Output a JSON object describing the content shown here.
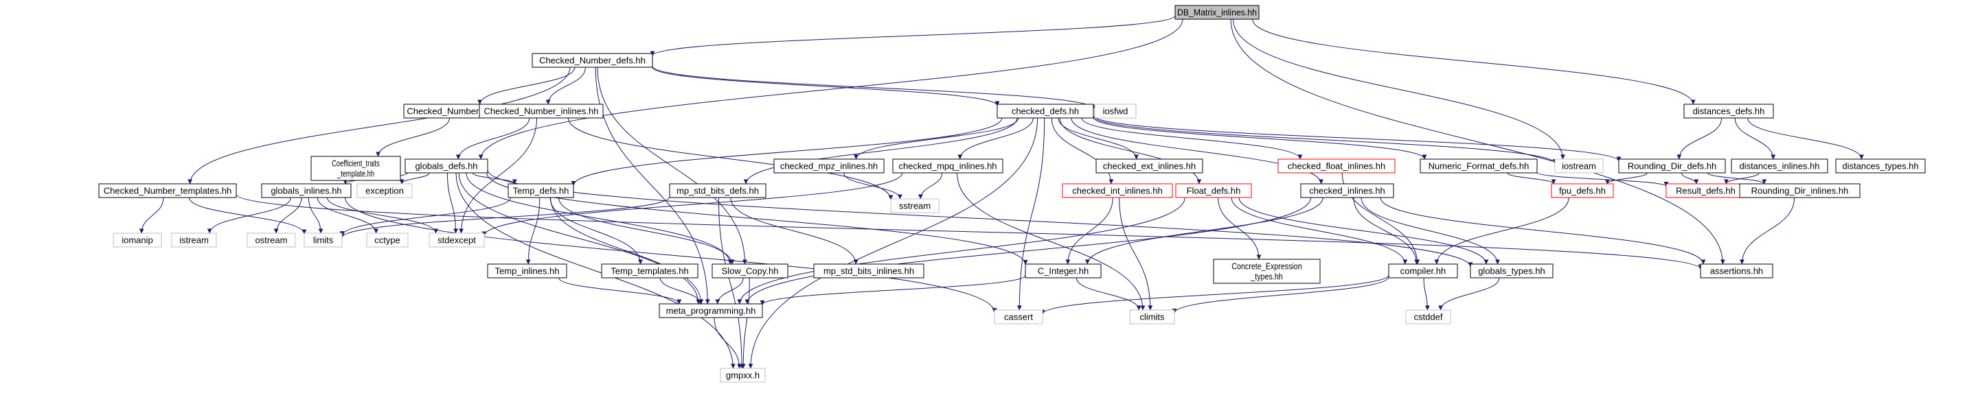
{
  "graph": {
    "nodes": [
      {
        "id": "db_matrix_inlines",
        "label": "DB_Matrix_inlines.hh",
        "style": "root"
      },
      {
        "id": "checked_number_defs",
        "label": "Checked_Number_defs.hh",
        "style": "normal"
      },
      {
        "id": "checked_number_types",
        "label": "Checked_Number_types.hh",
        "style": "normal"
      },
      {
        "id": "checked_number_inlines",
        "label": "Checked_Number_inlines.hh",
        "style": "normal"
      },
      {
        "id": "iosfwd",
        "label": "iosfwd",
        "style": "system"
      },
      {
        "id": "checked_defs",
        "label": "checked_defs.hh",
        "style": "normal"
      },
      {
        "id": "distances_defs",
        "label": "distances_defs.hh",
        "style": "normal"
      },
      {
        "id": "coefficient_traits",
        "label": "Coefficient_traits\n_template.hh",
        "style": "normal"
      },
      {
        "id": "globals_defs",
        "label": "globals_defs.hh",
        "style": "normal"
      },
      {
        "id": "checked_mpz_inlines",
        "label": "checked_mpz_inlines.hh",
        "style": "normal"
      },
      {
        "id": "checked_mpq_inlines",
        "label": "checked_mpq_inlines.hh",
        "style": "normal"
      },
      {
        "id": "checked_ext_inlines",
        "label": "checked_ext_inlines.hh",
        "style": "normal"
      },
      {
        "id": "checked_float_inlines",
        "label": "checked_float_inlines.hh",
        "style": "red"
      },
      {
        "id": "numeric_format_defs",
        "label": "Numeric_Format_defs.hh",
        "style": "normal"
      },
      {
        "id": "iostream",
        "label": "iostream",
        "style": "system"
      },
      {
        "id": "rounding_dir_defs",
        "label": "Rounding_Dir_defs.hh",
        "style": "normal"
      },
      {
        "id": "distances_inlines",
        "label": "distances_inlines.hh",
        "style": "normal"
      },
      {
        "id": "distances_types",
        "label": "distances_types.hh",
        "style": "normal"
      },
      {
        "id": "checked_number_templates",
        "label": "Checked_Number_templates.hh",
        "style": "normal"
      },
      {
        "id": "globals_inlines",
        "label": "globals_inlines.hh",
        "style": "normal"
      },
      {
        "id": "exception",
        "label": "exception",
        "style": "system"
      },
      {
        "id": "temp_defs",
        "label": "Temp_defs.hh",
        "style": "normal"
      },
      {
        "id": "mp_std_bits_defs",
        "label": "mp_std_bits_defs.hh",
        "style": "normal"
      },
      {
        "id": "sstream",
        "label": "sstream",
        "style": "system"
      },
      {
        "id": "checked_int_inlines",
        "label": "checked_int_inlines.hh",
        "style": "red"
      },
      {
        "id": "float_defs",
        "label": "Float_defs.hh",
        "style": "red"
      },
      {
        "id": "checked_inlines",
        "label": "checked_inlines.hh",
        "style": "normal"
      },
      {
        "id": "fpu_defs",
        "label": "fpu_defs.hh",
        "style": "red"
      },
      {
        "id": "result_defs",
        "label": "Result_defs.hh",
        "style": "red"
      },
      {
        "id": "rounding_dir_inlines",
        "label": "Rounding_Dir_inlines.hh",
        "style": "normal"
      },
      {
        "id": "iomanip",
        "label": "iomanip",
        "style": "system"
      },
      {
        "id": "istream",
        "label": "istream",
        "style": "system"
      },
      {
        "id": "ostream",
        "label": "ostream",
        "style": "system"
      },
      {
        "id": "limits",
        "label": "limits",
        "style": "system"
      },
      {
        "id": "cctype",
        "label": "cctype",
        "style": "system"
      },
      {
        "id": "stdexcept",
        "label": "stdexcept",
        "style": "system"
      },
      {
        "id": "temp_inlines",
        "label": "Temp_inlines.hh",
        "style": "normal"
      },
      {
        "id": "temp_templates",
        "label": "Temp_templates.hh",
        "style": "normal"
      },
      {
        "id": "slow_copy",
        "label": "Slow_Copy.hh",
        "style": "normal"
      },
      {
        "id": "mp_std_bits_inlines",
        "label": "mp_std_bits_inlines.hh",
        "style": "normal"
      },
      {
        "id": "c_integer",
        "label": "C_Integer.hh",
        "style": "normal"
      },
      {
        "id": "concrete_expression_types",
        "label": "Concrete_Expression\n_types.hh",
        "style": "normal"
      },
      {
        "id": "compiler",
        "label": "compiler.hh",
        "style": "normal"
      },
      {
        "id": "globals_types",
        "label": "globals_types.hh",
        "style": "normal"
      },
      {
        "id": "assertions",
        "label": "assertions.hh",
        "style": "normal"
      },
      {
        "id": "meta_programming",
        "label": "meta_programming.hh",
        "style": "normal"
      },
      {
        "id": "cassert",
        "label": "cassert",
        "style": "system"
      },
      {
        "id": "climits",
        "label": "climits",
        "style": "system"
      },
      {
        "id": "cstddef",
        "label": "cstddef",
        "style": "system"
      },
      {
        "id": "gmpxx",
        "label": "gmpxx.h",
        "style": "system"
      }
    ],
    "edges": [
      [
        "db_matrix_inlines",
        "checked_number_defs"
      ],
      [
        "db_matrix_inlines",
        "globals_defs"
      ],
      [
        "db_matrix_inlines",
        "iostream"
      ],
      [
        "db_matrix_inlines",
        "distances_defs"
      ],
      [
        "db_matrix_inlines",
        "assertions"
      ],
      [
        "checked_number_defs",
        "checked_number_types"
      ],
      [
        "checked_number_defs",
        "checked_number_inlines"
      ],
      [
        "checked_number_defs",
        "iosfwd"
      ],
      [
        "checked_number_defs",
        "checked_defs"
      ],
      [
        "checked_number_defs",
        "checked_number_templates"
      ],
      [
        "checked_number_defs",
        "meta_programming"
      ],
      [
        "checked_number_defs",
        "slow_copy"
      ],
      [
        "checked_number_types",
        "coefficient_traits"
      ],
      [
        "checked_number_inlines",
        "globals_defs"
      ],
      [
        "checked_number_inlines",
        "sstream"
      ],
      [
        "checked_number_inlines",
        "stdexcept"
      ],
      [
        "checked_defs",
        "checked_mpz_inlines"
      ],
      [
        "checked_defs",
        "checked_mpq_inlines"
      ],
      [
        "checked_defs",
        "checked_ext_inlines"
      ],
      [
        "checked_defs",
        "checked_float_inlines"
      ],
      [
        "checked_defs",
        "numeric_format_defs"
      ],
      [
        "checked_defs",
        "iostream"
      ],
      [
        "checked_defs",
        "rounding_dir_defs"
      ],
      [
        "checked_defs",
        "checked_inlines"
      ],
      [
        "checked_defs",
        "float_defs"
      ],
      [
        "checked_defs",
        "checked_int_inlines"
      ],
      [
        "checked_defs",
        "mp_std_bits_defs"
      ],
      [
        "checked_defs",
        "temp_defs"
      ],
      [
        "checked_defs",
        "cassert"
      ],
      [
        "checked_defs",
        "gmpxx"
      ],
      [
        "distances_defs",
        "rounding_dir_defs"
      ],
      [
        "distances_defs",
        "distances_inlines"
      ],
      [
        "distances_defs",
        "distances_types"
      ],
      [
        "globals_defs",
        "globals_inlines"
      ],
      [
        "globals_defs",
        "exception"
      ],
      [
        "globals_defs",
        "temp_defs"
      ],
      [
        "globals_defs",
        "slow_copy"
      ],
      [
        "globals_defs",
        "c_integer"
      ],
      [
        "globals_defs",
        "globals_types"
      ],
      [
        "globals_defs",
        "meta_programming"
      ],
      [
        "globals_defs",
        "gmpxx"
      ],
      [
        "globals_defs",
        "stdexcept"
      ],
      [
        "checked_mpz_inlines",
        "sstream"
      ],
      [
        "checked_mpq_inlines",
        "sstream"
      ],
      [
        "checked_mpq_inlines",
        "climits"
      ],
      [
        "checked_mpq_inlines",
        "stdexcept"
      ],
      [
        "checked_float_inlines",
        "compiler"
      ],
      [
        "numeric_format_defs",
        "fpu_defs"
      ],
      [
        "numeric_format_defs",
        "result_defs"
      ],
      [
        "rounding_dir_defs",
        "result_defs"
      ],
      [
        "rounding_dir_defs",
        "fpu_defs"
      ],
      [
        "rounding_dir_defs",
        "rounding_dir_inlines"
      ],
      [
        "distances_inlines",
        "result_defs"
      ],
      [
        "checked_number_templates",
        "iomanip"
      ],
      [
        "checked_number_templates",
        "limits"
      ],
      [
        "checked_number_templates",
        "assertions"
      ],
      [
        "globals_inlines",
        "istream"
      ],
      [
        "globals_inlines",
        "ostream"
      ],
      [
        "globals_inlines",
        "limits"
      ],
      [
        "globals_inlines",
        "cctype"
      ],
      [
        "globals_inlines",
        "stdexcept"
      ],
      [
        "globals_inlines",
        "cassert"
      ],
      [
        "temp_defs",
        "temp_inlines"
      ],
      [
        "temp_defs",
        "temp_templates"
      ],
      [
        "temp_defs",
        "slow_copy"
      ],
      [
        "temp_defs",
        "meta_programming"
      ],
      [
        "temp_defs",
        "limits"
      ],
      [
        "mp_std_bits_defs",
        "mp_std_bits_inlines"
      ],
      [
        "mp_std_bits_defs",
        "limits"
      ],
      [
        "mp_std_bits_defs",
        "gmpxx"
      ],
      [
        "checked_int_inlines",
        "c_integer"
      ],
      [
        "checked_int_inlines",
        "climits"
      ],
      [
        "float_defs",
        "concrete_expression_types"
      ],
      [
        "float_defs",
        "compiler"
      ],
      [
        "float_defs",
        "globals_types"
      ],
      [
        "float_defs",
        "meta_programming"
      ],
      [
        "checked_inlines",
        "globals_types"
      ],
      [
        "checked_inlines",
        "compiler"
      ],
      [
        "checked_inlines",
        "c_integer"
      ],
      [
        "checked_inlines",
        "meta_programming"
      ],
      [
        "checked_inlines",
        "assertions"
      ],
      [
        "fpu_defs",
        "compiler"
      ],
      [
        "rounding_dir_inlines",
        "assertions"
      ],
      [
        "temp_inlines",
        "meta_programming"
      ],
      [
        "temp_templates",
        "meta_programming"
      ],
      [
        "slow_copy",
        "meta_programming"
      ],
      [
        "slow_copy",
        "gmpxx"
      ],
      [
        "c_integer",
        "meta_programming"
      ],
      [
        "c_integer",
        "climits"
      ],
      [
        "compiler",
        "cassert"
      ],
      [
        "compiler",
        "climits"
      ],
      [
        "compiler",
        "cstddef"
      ],
      [
        "globals_types",
        "cstddef"
      ],
      [
        "meta_programming",
        "gmpxx"
      ]
    ]
  }
}
